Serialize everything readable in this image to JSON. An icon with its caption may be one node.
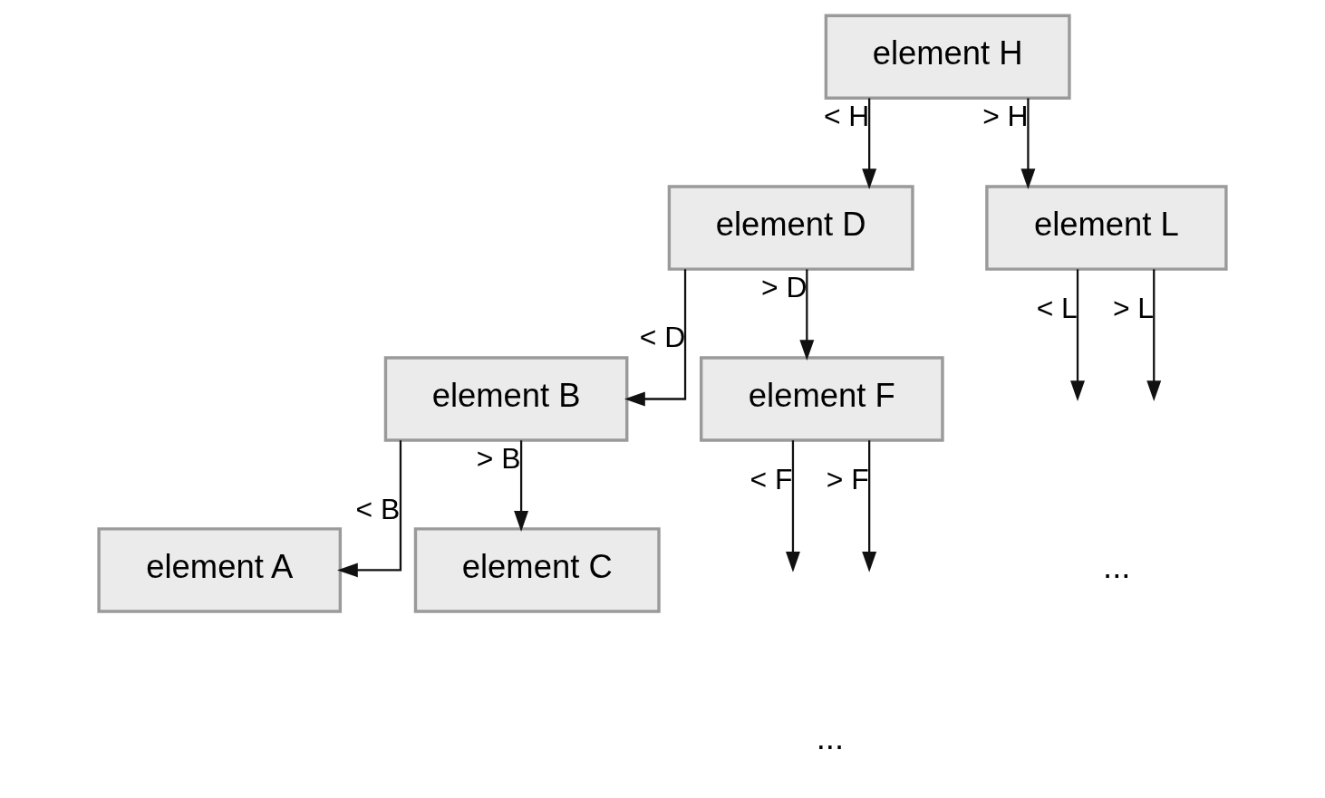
{
  "diagram": {
    "nodes": [
      {
        "text": [
          "element H"
        ]
      },
      {
        "text": [
          "element D"
        ]
      },
      {
        "text": [
          "element L"
        ]
      },
      {
        "text": [
          "element B"
        ]
      },
      {
        "text": [
          "element F"
        ]
      },
      {
        "text": [
          "element A"
        ]
      },
      {
        "text": [
          "element C"
        ]
      }
    ],
    "edges": [
      {
        "from": 0,
        "to": 1,
        "arrow": "to",
        "label": "< H"
      },
      {
        "from": 0,
        "to": 2,
        "arrow": "to",
        "label": "> H"
      },
      {
        "from": 1,
        "to": 3,
        "arrow": "to",
        "label": "< D"
      },
      {
        "from": 1,
        "to": 4,
        "arrow": "to",
        "label": "> D"
      },
      {
        "from": 2,
        "to": null,
        "arrow": "to",
        "label": "< L"
      },
      {
        "from": 2,
        "to": null,
        "arrow": "to",
        "label": "> L"
      },
      {
        "from": 3,
        "to": 5,
        "arrow": "to",
        "label": "< B"
      },
      {
        "from": 3,
        "to": 6,
        "arrow": "to",
        "label": "> B"
      },
      {
        "from": 4,
        "to": null,
        "arrow": "to",
        "label": "< F"
      },
      {
        "from": 4,
        "to": null,
        "arrow": "to",
        "label": "> F"
      }
    ],
    "labels": [
      "...",
      "..."
    ]
  }
}
